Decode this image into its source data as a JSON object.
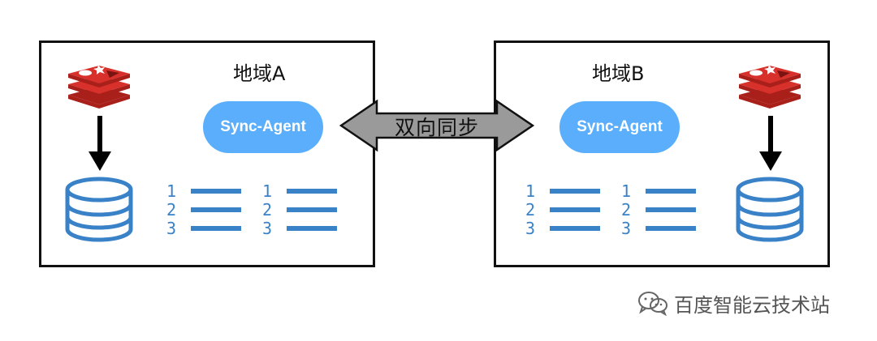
{
  "regions": [
    {
      "title": "地域A",
      "agent_label": "Sync-Agent",
      "list_numbers": [
        "1",
        "2",
        "3"
      ]
    },
    {
      "title": "地域B",
      "agent_label": "Sync-Agent",
      "list_numbers": [
        "1",
        "2",
        "3"
      ]
    }
  ],
  "sync": {
    "label": "双向同步"
  },
  "watermark": {
    "text": "百度智能云技术站",
    "icon": "wechat-icon"
  },
  "colors": {
    "agent": "#5aaefb",
    "database": "#3a82c8",
    "list": "#3a82c8",
    "redis": "#d8302a",
    "sync_arrow": "#9a9a9a"
  }
}
